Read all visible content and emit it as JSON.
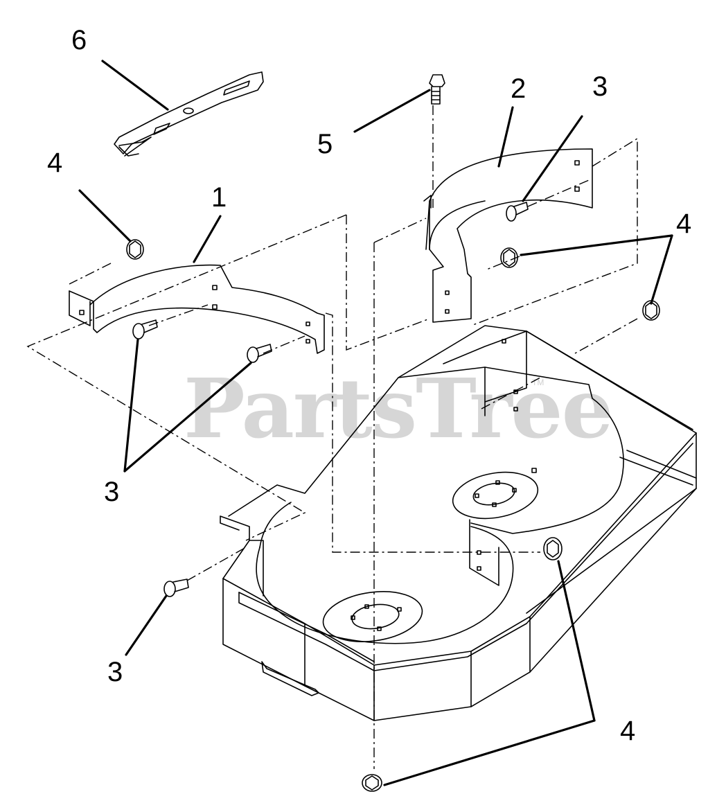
{
  "diagram": {
    "watermark": "PartsTree",
    "watermark_mark": "TM",
    "callouts": {
      "blade": "6",
      "shield_left": "1",
      "shield_right": "2",
      "carriage_bolt_top": "3",
      "carriage_bolts_left": "3",
      "carriage_bolt_bottom": "3",
      "nut_top_left": "4",
      "nuts_right": "4",
      "nuts_bottom": "4",
      "bolt_top": "5"
    },
    "colors": {
      "line": "#000000",
      "watermark": "#cfcfcf",
      "background": "#ffffff"
    }
  }
}
